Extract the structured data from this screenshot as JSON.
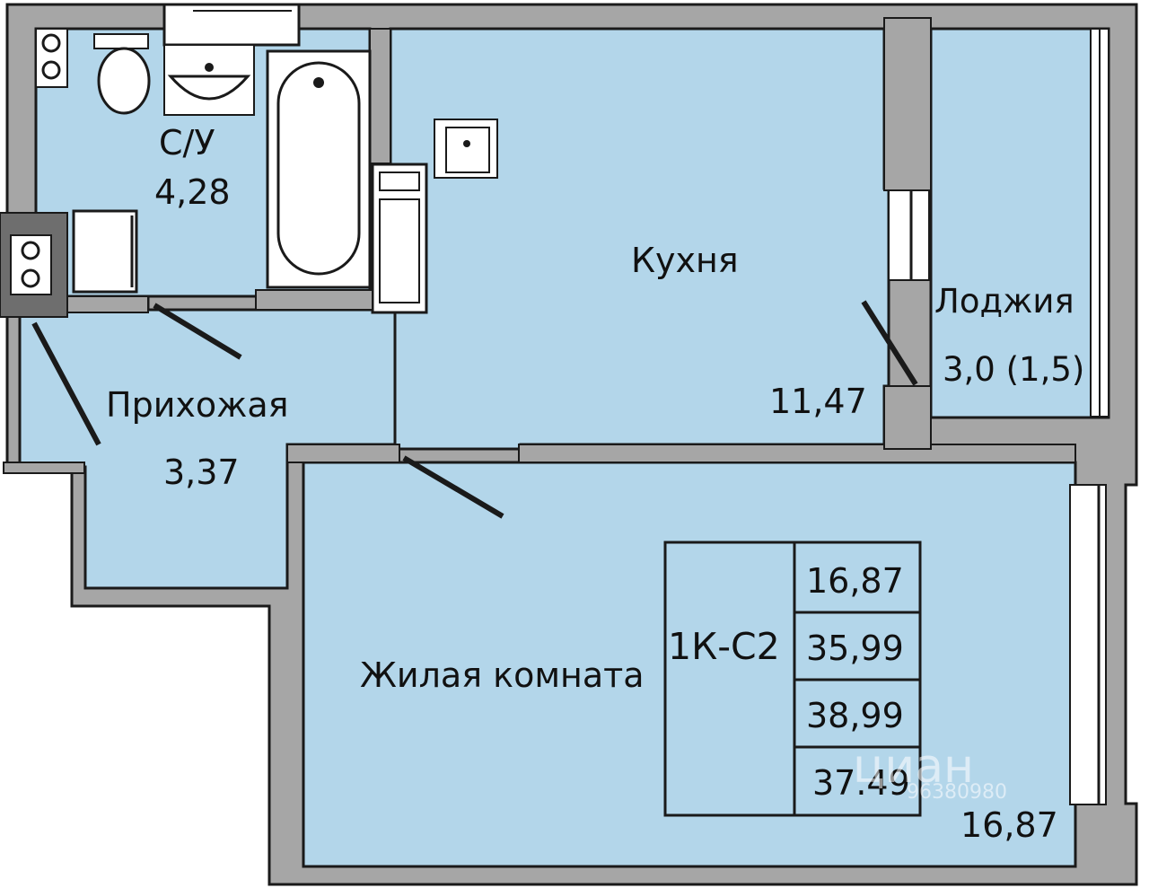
{
  "colors": {
    "room_fill": "#b3d6ea",
    "wall_fill": "#a6a6a6",
    "outline": "#1a1a1a",
    "fixture_fill": "#ffffff"
  },
  "rooms": {
    "bathroom": {
      "name": "С/У",
      "area": "4,28"
    },
    "hallway": {
      "name": "Прихожая",
      "area": "3,37"
    },
    "kitchen": {
      "name": "Кухня",
      "area": "11,47"
    },
    "loggia": {
      "name": "Лоджия",
      "area": "3,0 (1,5)"
    },
    "living": {
      "name": "Жилая комната",
      "area": "16,87"
    }
  },
  "info_box": {
    "apartment_type": "1К-С2",
    "values": [
      "16,87",
      "35,99",
      "38,99",
      "37.49"
    ]
  },
  "watermark": {
    "brand": "циан",
    "phone": "96380980"
  }
}
